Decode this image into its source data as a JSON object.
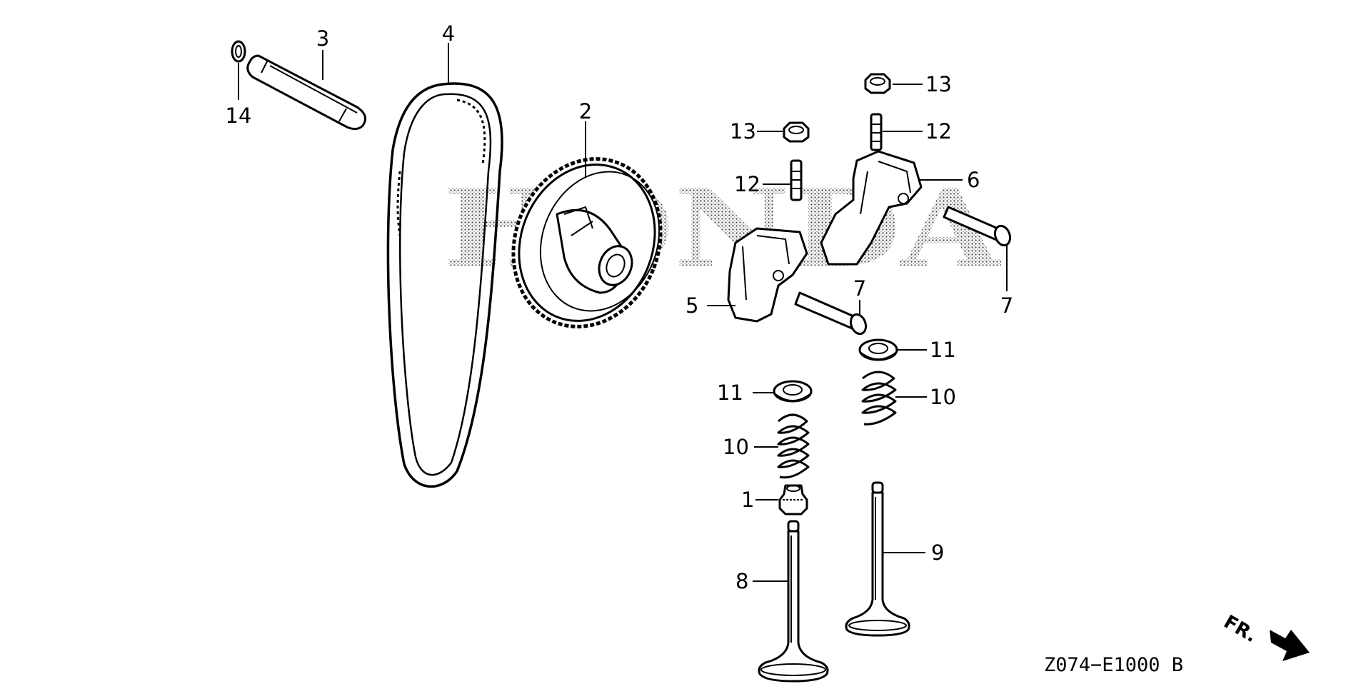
{
  "watermark": "HONDA",
  "callouts": [
    {
      "id": "p14",
      "text": "14"
    },
    {
      "id": "p3",
      "text": "3"
    },
    {
      "id": "p4",
      "text": "4"
    },
    {
      "id": "p2",
      "text": "2"
    },
    {
      "id": "p13a",
      "text": "13"
    },
    {
      "id": "p12a",
      "text": "12"
    },
    {
      "id": "p13b",
      "text": "13"
    },
    {
      "id": "p12b",
      "text": "12"
    },
    {
      "id": "p6",
      "text": "6"
    },
    {
      "id": "p5",
      "text": "5"
    },
    {
      "id": "p7a",
      "text": "7"
    },
    {
      "id": "p7b",
      "text": "7"
    },
    {
      "id": "p11a",
      "text": "11"
    },
    {
      "id": "p10a",
      "text": "10"
    },
    {
      "id": "p11b",
      "text": "11"
    },
    {
      "id": "p10b",
      "text": "10"
    },
    {
      "id": "p1",
      "text": "1"
    },
    {
      "id": "p8",
      "text": "8"
    },
    {
      "id": "p9",
      "text": "9"
    }
  ],
  "direction_mark": "FR.",
  "diagram_code": "Z074−E1000 B"
}
